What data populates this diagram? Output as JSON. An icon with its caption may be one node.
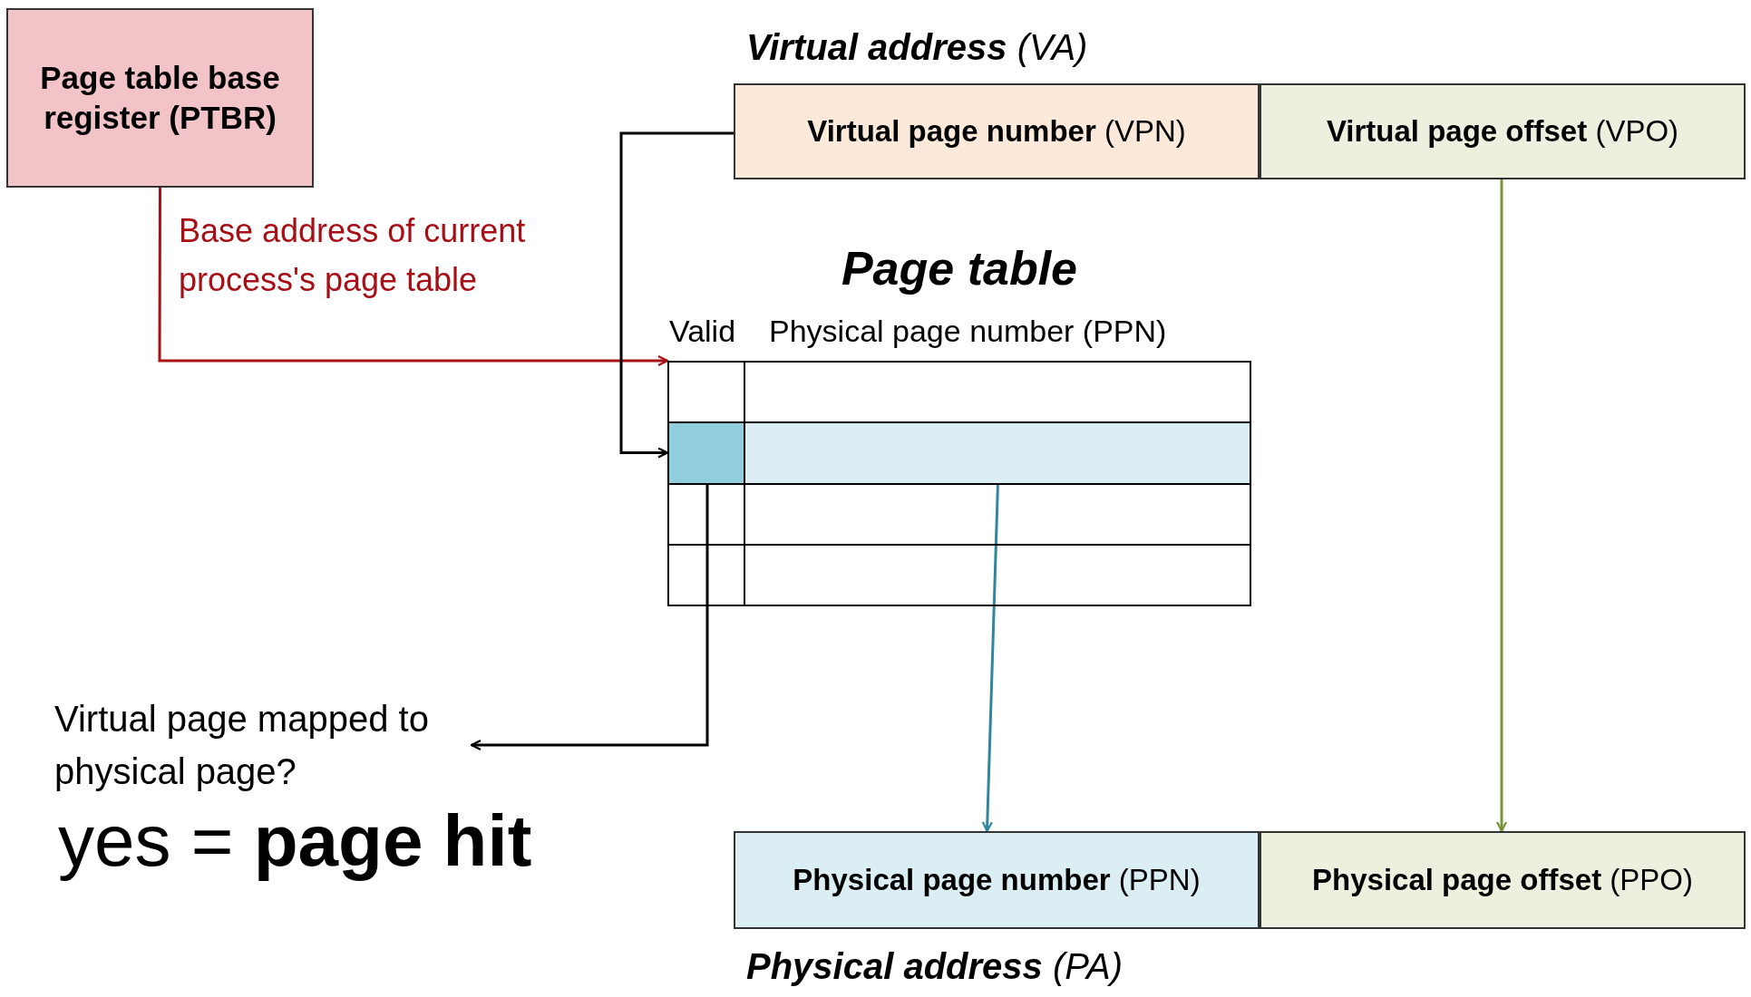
{
  "diagram": {
    "nodes": [
      {
        "text": [
          "Page table base register (PTBR)"
        ]
      },
      {
        "text": [
          "**Virtual address** (VA)"
        ]
      },
      {
        "text": [
          "**Virtual page number** (VPN)"
        ],
        "in": 1
      },
      {
        "text": [
          "**Virtual page offset** (VPO)"
        ],
        "in": 1
      },
      {
        "text": [
          "Page table",
          "Valid",
          "Physical page number (PPN)"
        ]
      },
      {
        "text": [],
        "shape": "box",
        "in": 4
      },
      {
        "text": [],
        "shape": "box",
        "in": 4
      },
      {
        "text": [
          "Virtual page mapped to physical page?"
        ]
      },
      {
        "text": [
          "**Physical address** (PA)"
        ]
      },
      {
        "text": [
          "**Physical page number** (PPN)"
        ],
        "in": 8
      },
      {
        "text": [
          "**Physical page offset** (PPO)"
        ],
        "in": 8
      }
    ],
    "edges": [
      {
        "from": 0,
        "to": 4,
        "arrow": "to",
        "label": "Base address of current process's page table",
        "color": "#a50f15"
      },
      {
        "from": 2,
        "to": 5,
        "arrow": "to"
      },
      {
        "from": 5,
        "to": 7,
        "arrow": "to"
      },
      {
        "from": 6,
        "to": 9,
        "arrow": "to",
        "color": "#31859c"
      },
      {
        "from": 3,
        "to": 10,
        "arrow": "to",
        "color": "#77933c"
      }
    ],
    "labels": [
      "yes = **page hit**"
    ]
  }
}
